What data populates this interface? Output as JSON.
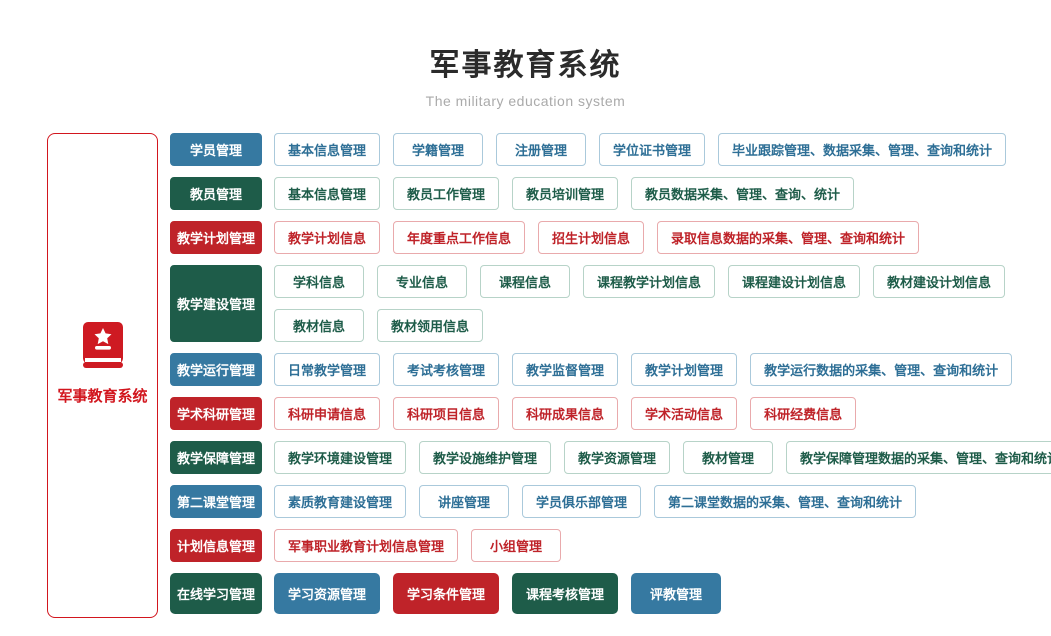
{
  "header": {
    "title": "军事教育系统",
    "subtitle": "The military education system"
  },
  "sidebar": {
    "label": "军事教育系统",
    "icon": "book-star-icon"
  },
  "colors": {
    "blue": "#3679a1",
    "green": "#1e5c49",
    "red": "#bf2329",
    "blue_border": "#aac9db",
    "blue_text": "#2e6f96",
    "green_border": "#b7d3c8",
    "green_text": "#1e5c49",
    "red_border": "#e9aaac",
    "red_text": "#bf2329",
    "sidebar_red": "#d2161e"
  },
  "rows": [
    {
      "category": "学员管理",
      "color": "blue",
      "lines": [
        [
          "基本信息管理",
          "学籍管理",
          "注册管理",
          "学位证书管理",
          "毕业跟踪管理、数据采集、管理、查询和统计"
        ]
      ]
    },
    {
      "category": "教员管理",
      "color": "green",
      "lines": [
        [
          "基本信息管理",
          "教员工作管理",
          "教员培训管理",
          "教员数据采集、管理、查询、统计"
        ]
      ]
    },
    {
      "category": "教学计划管理",
      "color": "red",
      "lines": [
        [
          "教学计划信息",
          "年度重点工作信息",
          "招生计划信息",
          "录取信息数据的采集、管理、查询和统计"
        ]
      ]
    },
    {
      "category": "教学建设管理",
      "color": "green",
      "lines": [
        [
          "学科信息",
          "专业信息",
          "课程信息",
          "课程教学计划信息",
          "课程建设计划信息",
          "教材建设计划信息"
        ],
        [
          "教材信息",
          "教材领用信息"
        ]
      ]
    },
    {
      "category": "教学运行管理",
      "color": "blue",
      "lines": [
        [
          "日常教学管理",
          "考试考核管理",
          "教学监督管理",
          "教学计划管理",
          "教学运行数据的采集、管理、查询和统计"
        ]
      ]
    },
    {
      "category": "学术科研管理",
      "color": "red",
      "lines": [
        [
          "科研申请信息",
          "科研项目信息",
          "科研成果信息",
          "学术活动信息",
          "科研经费信息"
        ]
      ]
    },
    {
      "category": "教学保障管理",
      "color": "green",
      "lines": [
        [
          "教学环境建设管理",
          "教学设施维护管理",
          "教学资源管理",
          "教材管理",
          "教学保障管理数据的采集、管理、查询和统计"
        ]
      ]
    },
    {
      "category": "第二课堂管理",
      "color": "blue",
      "lines": [
        [
          "素质教育建设管理",
          "讲座管理",
          "学员俱乐部管理",
          "第二课堂数据的采集、管理、查询和统计"
        ]
      ]
    },
    {
      "category": "计划信息管理",
      "color": "red",
      "lines": [
        [
          "军事职业教育计划信息管理",
          "小组管理"
        ]
      ]
    },
    {
      "category": "在线学习管理",
      "color": "green",
      "tall": true,
      "lines": [
        [
          {
            "label": "学习资源管理",
            "variant": "filled",
            "color": "blue"
          },
          {
            "label": "学习条件管理",
            "variant": "filled",
            "color": "red"
          },
          {
            "label": "课程考核管理",
            "variant": "filled",
            "color": "green"
          },
          {
            "label": "评教管理",
            "variant": "filled",
            "color": "blue"
          }
        ]
      ]
    }
  ]
}
